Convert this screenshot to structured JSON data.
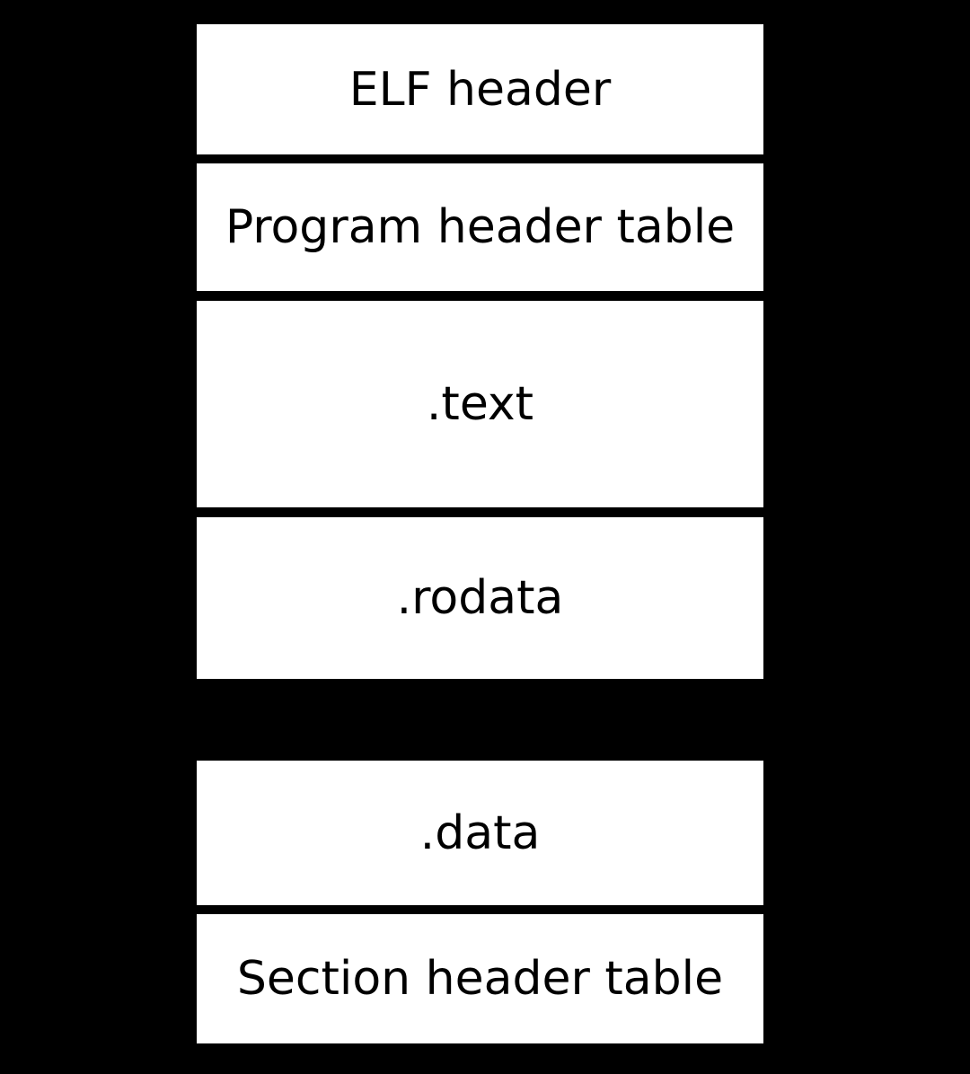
{
  "diagram": {
    "colors": {
      "background": "#000000",
      "block_fill": "#ffffff",
      "block_text": "#000000"
    },
    "blocks": [
      {
        "id": "elf-header",
        "label": "ELF header"
      },
      {
        "id": "program-header-table",
        "label": "Program header table"
      },
      {
        "id": "text-section",
        "label": ".text"
      },
      {
        "id": "rodata-section",
        "label": ".rodata"
      },
      {
        "id": "data-section",
        "label": ".data"
      },
      {
        "id": "section-header-table",
        "label": "Section header table"
      }
    ]
  }
}
